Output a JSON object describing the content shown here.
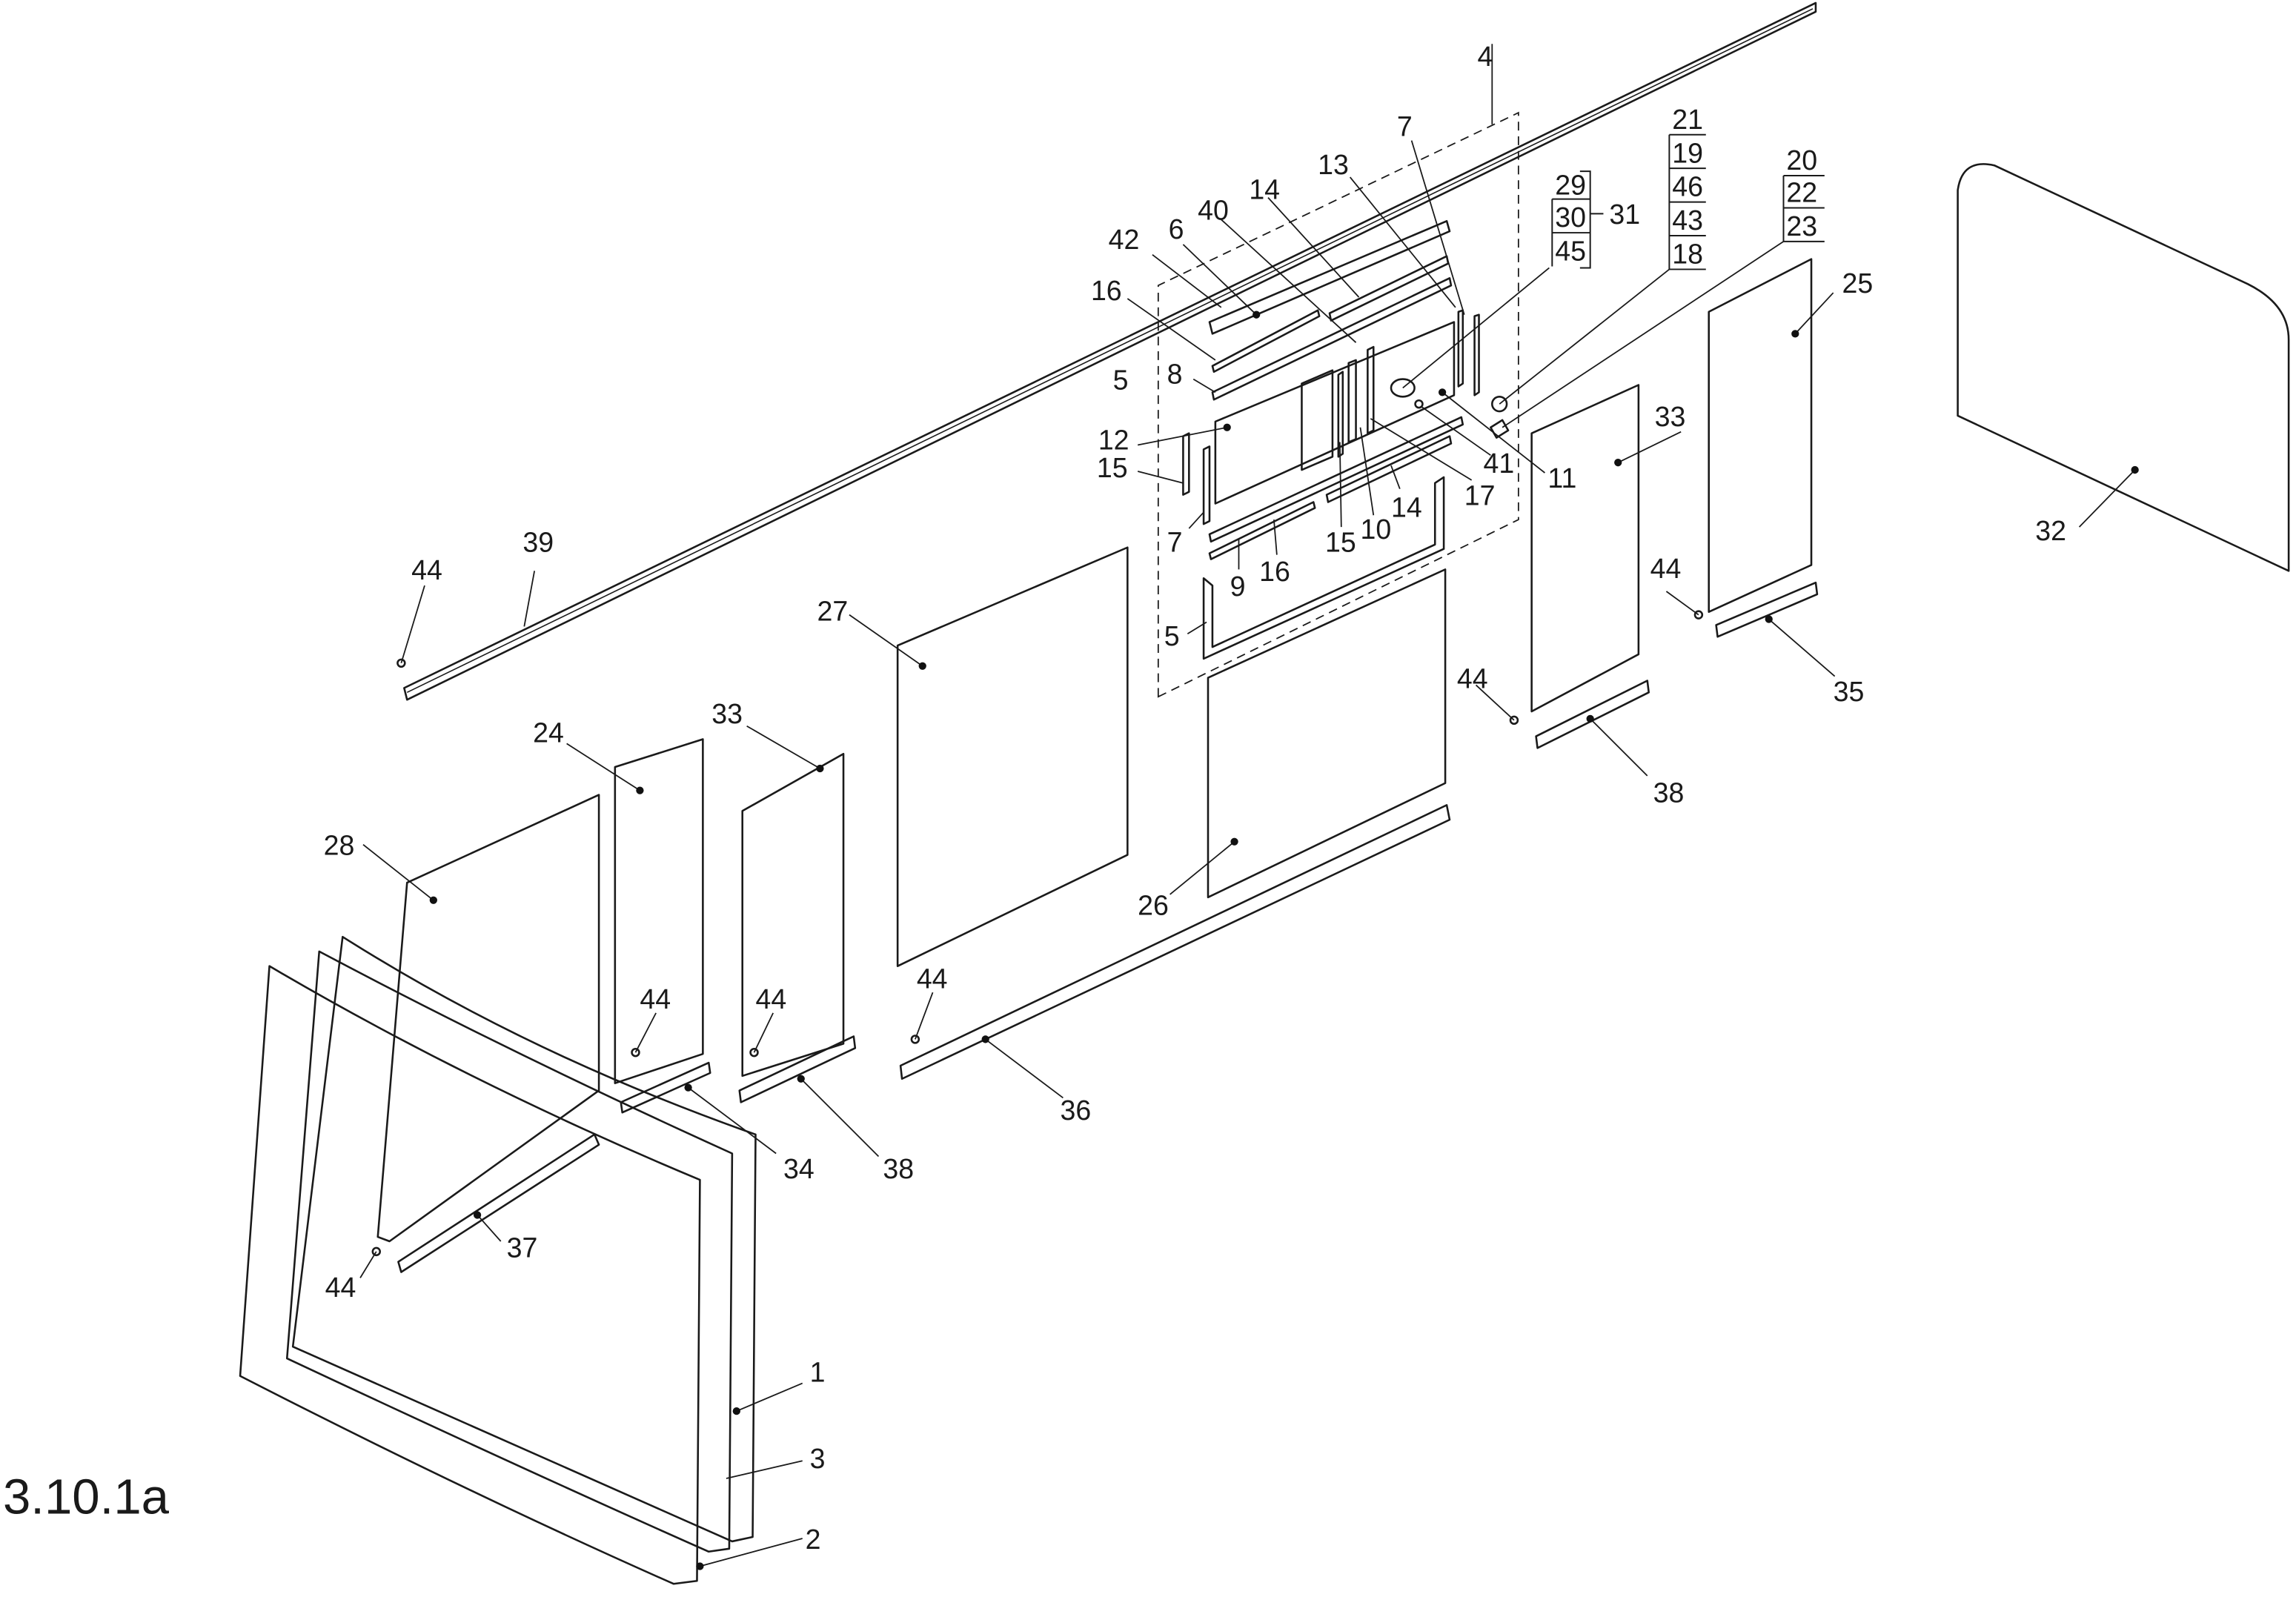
{
  "figure_label": "3.10.1a",
  "assembly_group": "4",
  "callouts": {
    "p1": "1",
    "p2": "2",
    "p3": "3",
    "p4": "4",
    "p5a": "5",
    "p5b": "5",
    "p6": "6",
    "p7a": "7",
    "p7b": "7",
    "p8": "8",
    "p9": "9",
    "p10": "10",
    "p11": "11",
    "p12": "12",
    "p13": "13",
    "p14a": "14",
    "p14b": "14",
    "p15a": "15",
    "p15b": "15",
    "p16a": "16",
    "p16b": "16",
    "p17": "17",
    "p24": "24",
    "p25": "25",
    "p26": "26",
    "p27": "27",
    "p28": "28",
    "p32": "32",
    "p33a": "33",
    "p33b": "33",
    "p34": "34",
    "p35": "35",
    "p36": "36",
    "p37": "37",
    "p38a": "38",
    "p38b": "38",
    "p39": "39",
    "p40": "40",
    "p41": "41",
    "p42": "42",
    "p44a": "44",
    "p44b": "44",
    "p44c": "44",
    "p44d": "44",
    "p44e": "44",
    "p44f": "44",
    "p44g": "44"
  },
  "stacks": {
    "knob_set": {
      "items": [
        "29",
        "30",
        "45"
      ],
      "group": "31"
    },
    "lock_set": {
      "items": [
        "21",
        "19",
        "46",
        "43",
        "18"
      ]
    },
    "cylinder_set": {
      "items": [
        "20",
        "22",
        "23"
      ]
    }
  },
  "colors": {
    "line": "#1a1a1a",
    "background": "#ffffff"
  }
}
